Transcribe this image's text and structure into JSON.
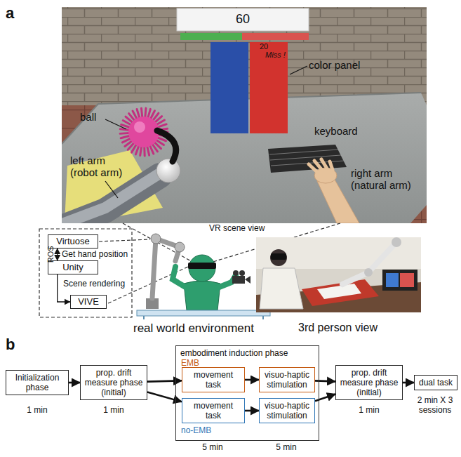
{
  "diagram": {
    "nodes": [
      {
        "text": [
          "Virtuose"
        ]
      },
      {
        "text": [
          "Unity"
        ]
      },
      {
        "text": [
          "VIVE"
        ]
      },
      {
        "text": [
          "Initialization phase"
        ]
      },
      {
        "text": [
          "prop. drift measure phase (initial)"
        ]
      },
      {
        "text": [
          "embodiment induction phase"
        ]
      },
      {
        "text": [
          "movement task"
        ],
        "in": 5
      },
      {
        "text": [
          "visuo-haptic stimulation"
        ],
        "in": 5
      },
      {
        "text": [
          "movement task"
        ],
        "in": 5
      },
      {
        "text": [
          "visuo-haptic stimulation"
        ],
        "in": 5
      },
      {
        "text": [
          "prop. drift measure phase (initial)"
        ]
      },
      {
        "text": [
          "dual task"
        ]
      }
    ],
    "edges": [
      {
        "from": 0,
        "to": 1,
        "arrow": "both",
        "label": "ROS"
      },
      {
        "from": 1,
        "to": 2,
        "arrow": "to"
      },
      {
        "from": 3,
        "to": 4,
        "arrow": "to"
      },
      {
        "from": 4,
        "to": 6,
        "arrow": "to"
      },
      {
        "from": 4,
        "to": 8,
        "arrow": "to"
      },
      {
        "from": 6,
        "to": 7,
        "arrow": "to"
      },
      {
        "from": 8,
        "to": 9,
        "arrow": "to"
      },
      {
        "from": 7,
        "to": 10,
        "arrow": "to"
      },
      {
        "from": 9,
        "to": 10,
        "arrow": "to"
      },
      {
        "from": 10,
        "to": 11,
        "arrow": "to"
      }
    ],
    "labels": [
      "a",
      "60",
      "20",
      "Miss !",
      "ball",
      "color panel",
      "left arm (robot arm)",
      "keyboard",
      "right arm (natural arm)",
      "VR scene view",
      "Get hand position",
      "Scene rendering",
      "real world environment",
      "3rd person view",
      "b",
      "1 min",
      "1 min",
      "EMB",
      "no-EMB",
      "5 min",
      "5 min",
      "1 min",
      "2 min X 3 sessions"
    ]
  }
}
